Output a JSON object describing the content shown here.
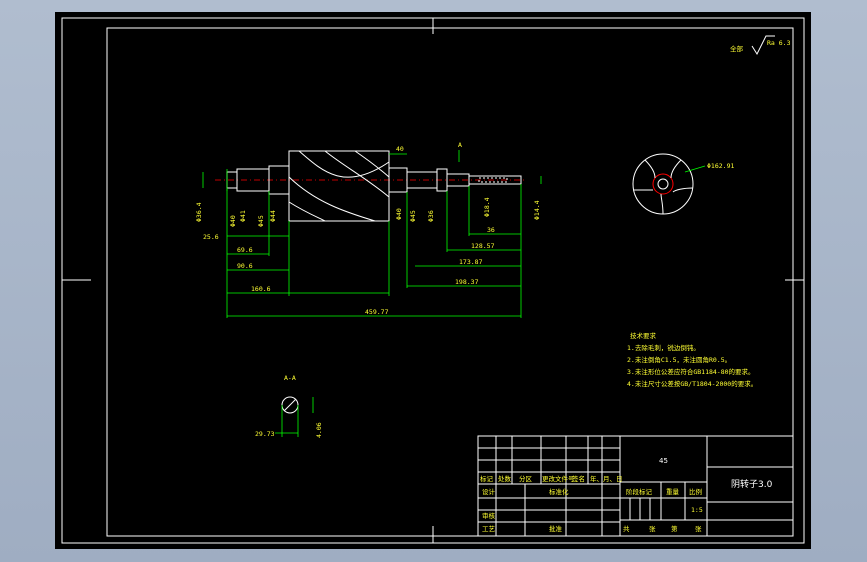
{
  "drawing": {
    "title": "阴转子3.0",
    "material": "45",
    "scale": "1:5",
    "roughness_all": "全部",
    "roughness_value": "Ra 6.3",
    "section_label": "A-A",
    "section_arrow_label": "A",
    "section_dims": {
      "width": "29.73",
      "depth": "4.06"
    },
    "rotor_dia": "Φ162.91",
    "dims_h": [
      "25.6",
      "69.6",
      "90.6",
      "160.6",
      "459.77",
      "36",
      "128.57",
      "173.87",
      "198.37",
      "40"
    ],
    "dims_v": [
      "Φ36.4",
      "Φ40",
      "Φ41",
      "Φ45",
      "Φ44",
      "Φ40",
      "Φ45",
      "Φ36",
      "Φ18.4",
      "Φ14.4"
    ]
  },
  "tech_req": {
    "heading": "技术要求",
    "items": [
      "1.去除毛刺，锐边倒钝。",
      "2.未注倒角C1.5，未注圆角R0.5。",
      "3.未注形位公差应符合GB1184-80的要求。",
      "4.未注尺寸公差按GB/T1804-2000的要求。"
    ]
  },
  "title_block": {
    "row_labels": [
      "标记",
      "处数",
      "分区",
      "更改文件号",
      "签名",
      "年、月、日"
    ],
    "design": "设计",
    "standard": "标准化",
    "review": "审核",
    "process": "工艺",
    "approve": "批准",
    "stage_mark": "阶段标记",
    "weight": "重量",
    "scale_label": "比例",
    "total": "共",
    "sheet": "张",
    "page": "第",
    "page_unit": "张"
  },
  "colors": {
    "background": "#000000",
    "frame": "#ffffff",
    "dimension": "#00ff00",
    "text": "#ffff33",
    "center": "#ff0000"
  }
}
